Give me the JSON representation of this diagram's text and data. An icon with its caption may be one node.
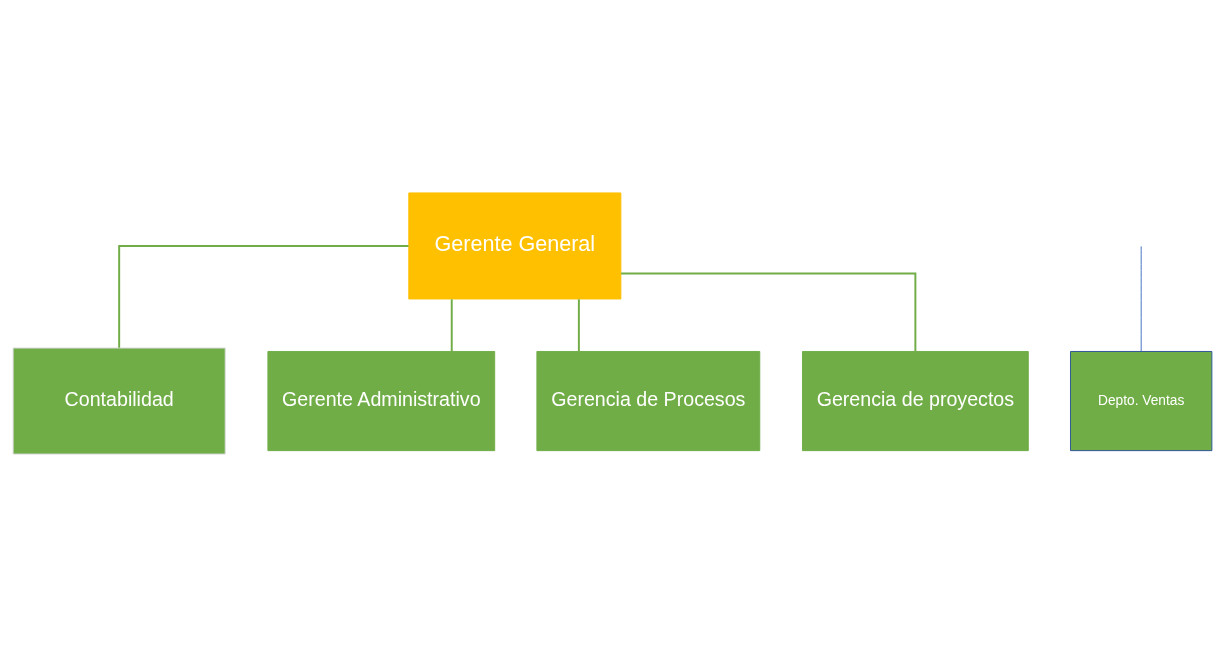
{
  "diagram": {
    "nodes": [
      {
        "text": [
          "Gerente General"
        ]
      },
      {
        "text": [
          "Contabilidad"
        ]
      },
      {
        "text": [
          "Gerente Administrativo"
        ]
      },
      {
        "text": [
          "Gerencia de Procesos"
        ]
      },
      {
        "text": [
          "Gerencia de proyectos"
        ]
      },
      {
        "text": [
          "Depto. Ventas"
        ]
      }
    ],
    "edges": [
      {
        "from": 0,
        "to": 1,
        "arrow": "none"
      },
      {
        "from": 0,
        "to": 2,
        "arrow": "none"
      },
      {
        "from": 0,
        "to": 3,
        "arrow": "none"
      },
      {
        "from": 0,
        "to": 4,
        "arrow": "none"
      },
      {
        "from": null,
        "to": 5,
        "arrow": "none",
        "color": "#4472c4"
      }
    ]
  }
}
